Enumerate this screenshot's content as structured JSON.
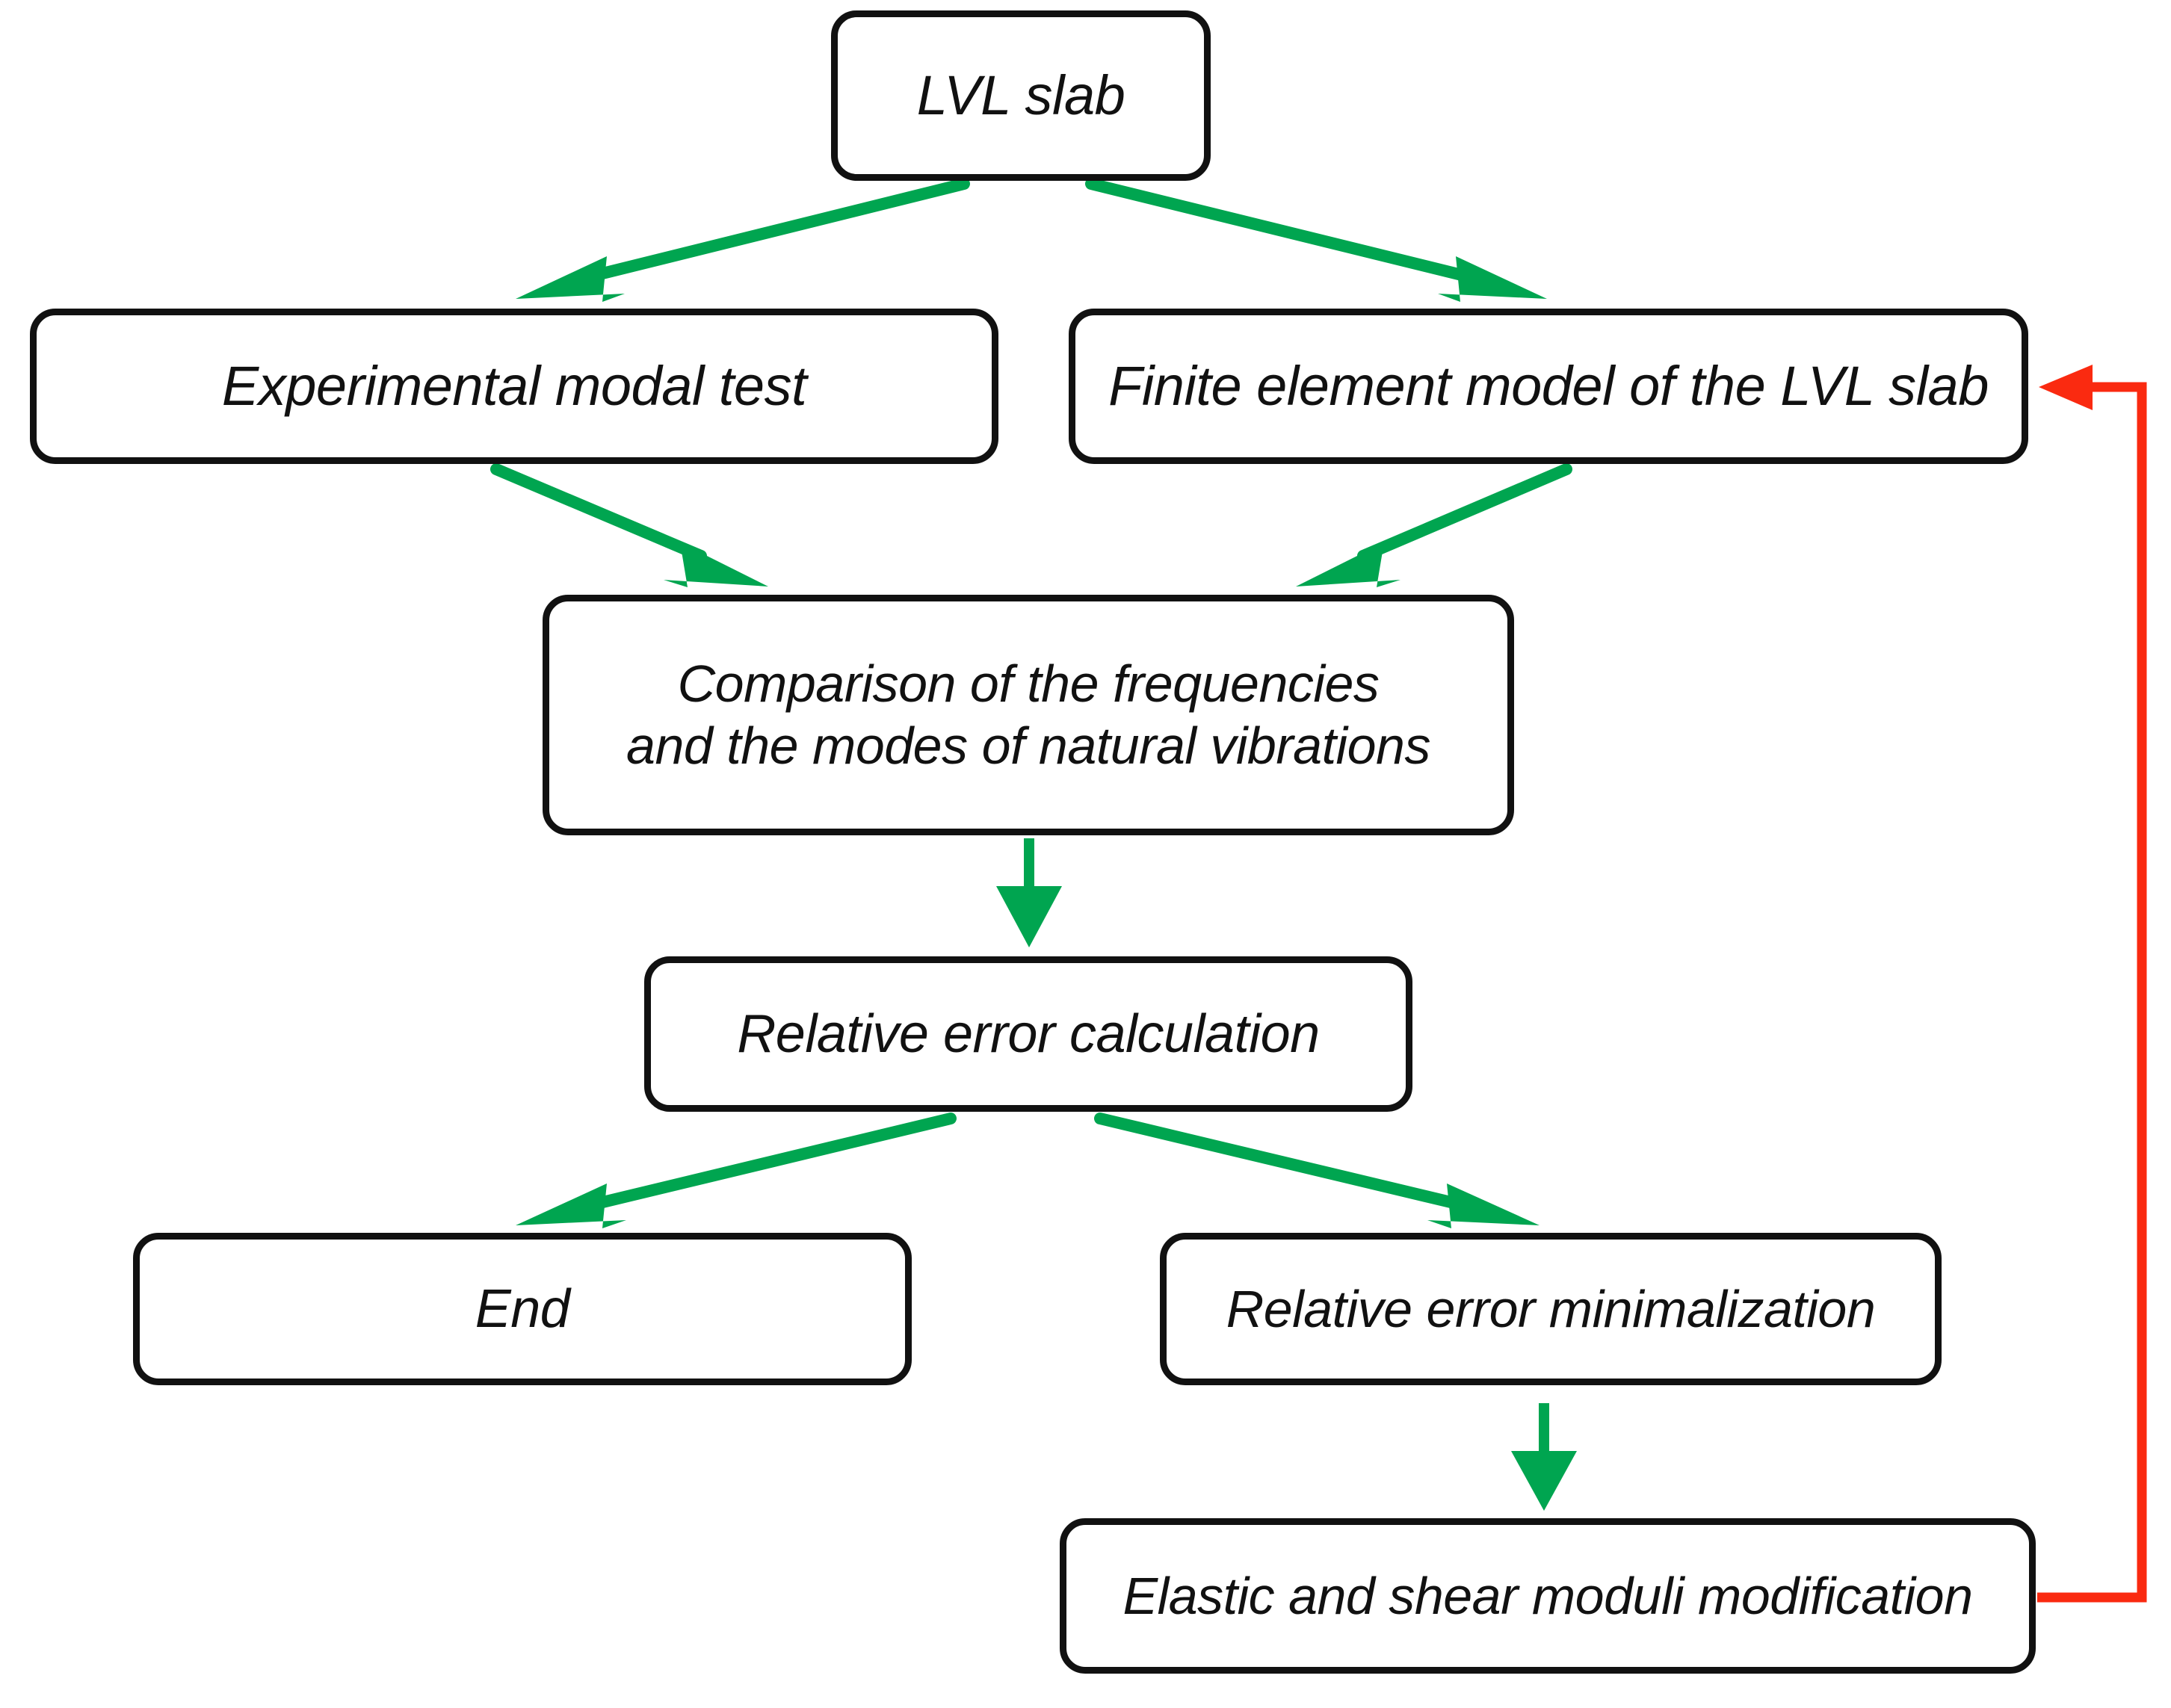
{
  "diagram": {
    "title": "LVL slab model updating flowchart",
    "colors": {
      "box_border": "#111111",
      "box_fill": "#ffffff",
      "flow_arrow": "#00A550",
      "feedback_arrow": "#FA2A10",
      "text": "#111111"
    },
    "nodes": [
      {
        "id": "lvl-slab",
        "label": "LVL slab"
      },
      {
        "id": "experimental",
        "label": "Experimental modal test"
      },
      {
        "id": "fem",
        "label": "Finite element model of the LVL slab"
      },
      {
        "id": "comparison",
        "label": "Comparison of the frequencies\nand the modes of natural vibrations"
      },
      {
        "id": "error-calc",
        "label": "Relative error calculation"
      },
      {
        "id": "end",
        "label": "End"
      },
      {
        "id": "minimalization",
        "label": "Relative error minimalization"
      },
      {
        "id": "moduli",
        "label": "Elastic and shear moduli modification"
      }
    ],
    "edges": [
      {
        "id": "lvl-to-experimental",
        "from": "lvl-slab",
        "to": "experimental",
        "style": "diagonal",
        "color": "#00A550"
      },
      {
        "id": "lvl-to-fem",
        "from": "lvl-slab",
        "to": "fem",
        "style": "diagonal",
        "color": "#00A550"
      },
      {
        "id": "experimental-to-comparison",
        "from": "experimental",
        "to": "comparison",
        "style": "diagonal",
        "color": "#00A550"
      },
      {
        "id": "fem-to-comparison",
        "from": "fem",
        "to": "comparison",
        "style": "diagonal",
        "color": "#00A550"
      },
      {
        "id": "comparison-to-error",
        "from": "comparison",
        "to": "error-calc",
        "style": "vertical",
        "color": "#00A550"
      },
      {
        "id": "error-to-end",
        "from": "error-calc",
        "to": "end",
        "style": "diagonal",
        "color": "#00A550"
      },
      {
        "id": "error-to-minimalization",
        "from": "error-calc",
        "to": "minimalization",
        "style": "diagonal",
        "color": "#00A550"
      },
      {
        "id": "minimalization-to-moduli",
        "from": "minimalization",
        "to": "moduli",
        "style": "vertical",
        "color": "#00A550"
      },
      {
        "id": "moduli-to-fem-feedback",
        "from": "moduli",
        "to": "fem",
        "style": "orthogonal-feedback",
        "color": "#FA2A10"
      }
    ]
  }
}
